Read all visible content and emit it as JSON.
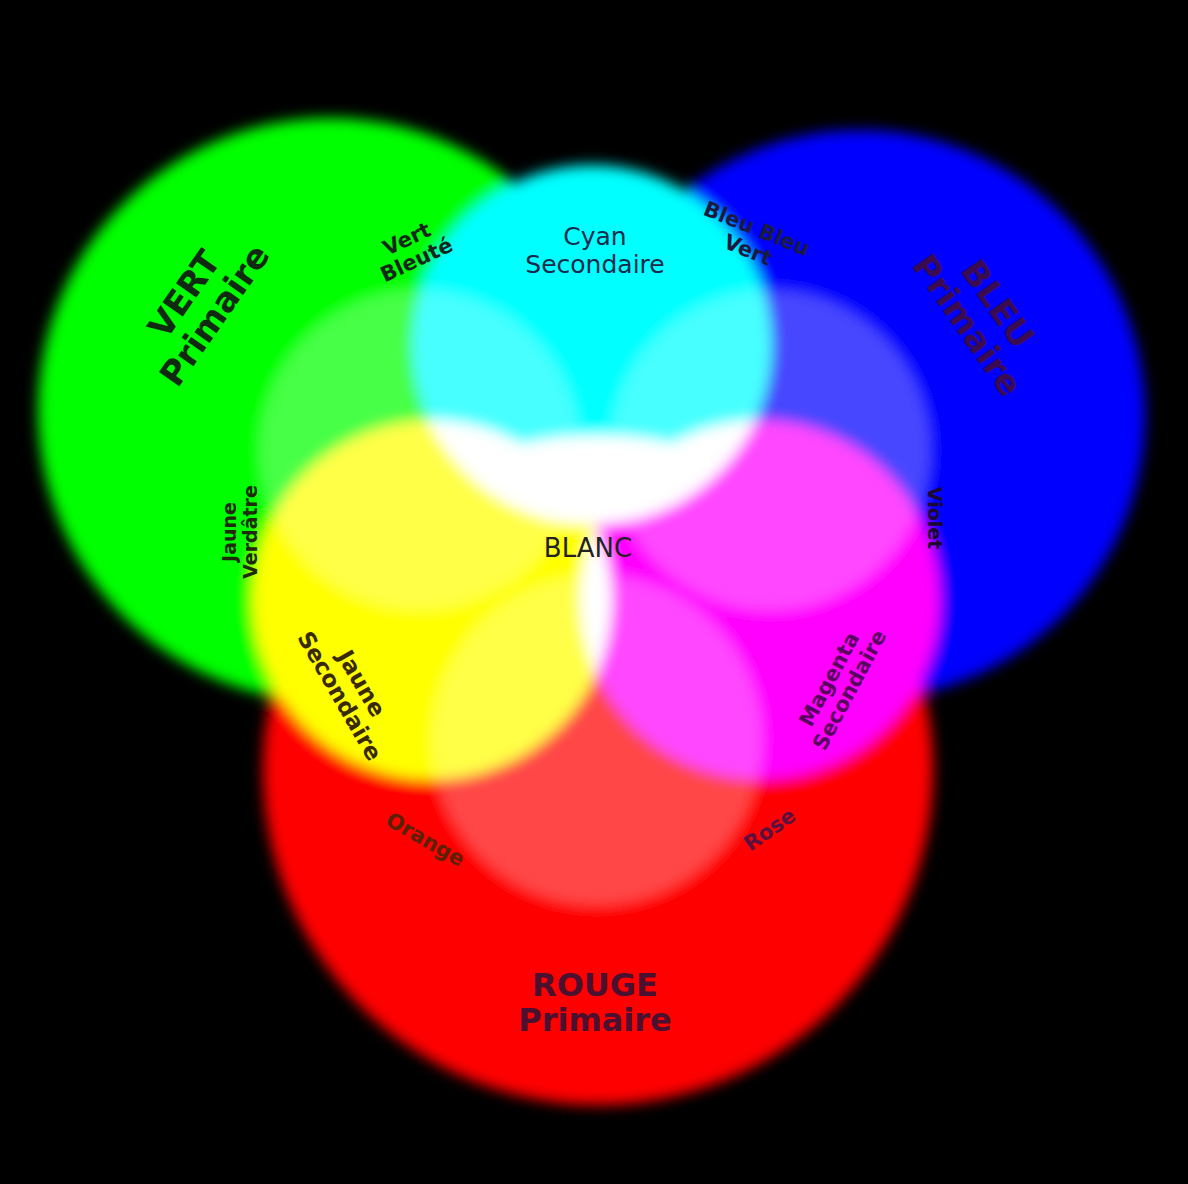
{
  "diagram": {
    "nodes": [
      {
        "text": [
          "VERT Primaire"
        ]
      },
      {
        "text": [
          "BLEU Primaire"
        ]
      },
      {
        "text": [
          "ROUGE Primaire"
        ]
      }
    ],
    "labels": [
      "Vert Bleuté",
      "Cyan Secondaire",
      "Bleu Bleu Vert",
      "Jaune Verdâtre",
      "BLANC",
      "Violet",
      "Jaune Secondaire",
      "Magenta Secondaire",
      "Orange",
      "Rose"
    ]
  }
}
